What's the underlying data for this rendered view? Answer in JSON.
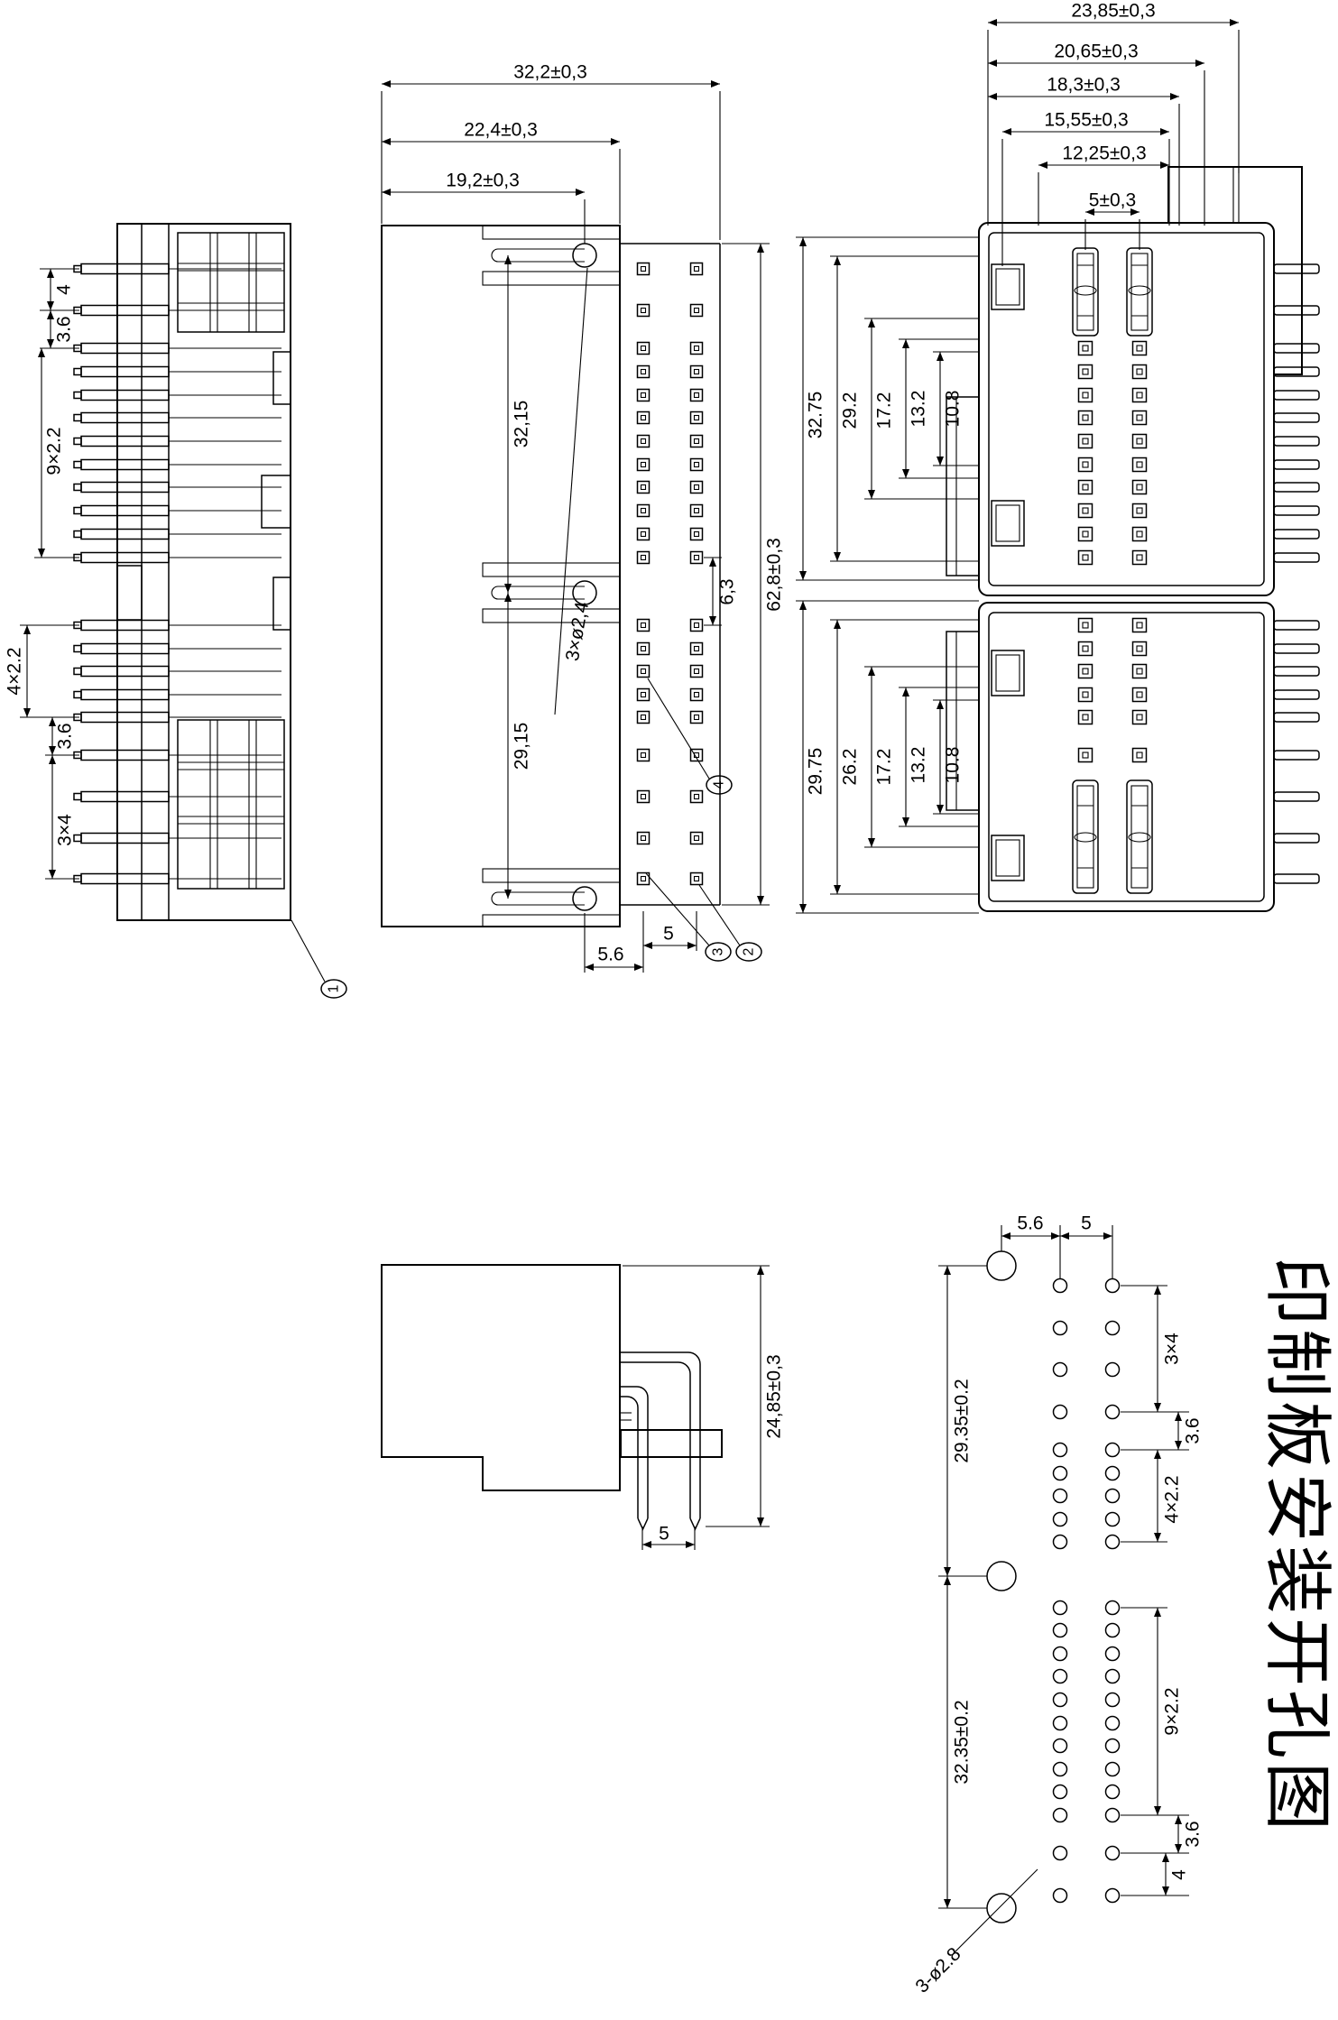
{
  "title": {
    "text": "印制板安装开孔图"
  },
  "colors": {
    "line": "#000000",
    "background": "#ffffff"
  },
  "balloons": {
    "b1": "1",
    "b2": "2",
    "b3": "3",
    "b4": "4"
  },
  "side_view": {
    "d_4": "4",
    "d_36a": "3.6",
    "d_9x22": "9×2.2",
    "d_4x22": "4×2.2",
    "d_36b": "3.6",
    "d_3x4": "3×4"
  },
  "front_view": {
    "w_outer": "32,2±0,3",
    "w_mid": "22,4±0,3",
    "w_hole": "19,2±0,3",
    "h_top": "32,15",
    "h_bot": "29,15",
    "holes": "3×ø2,4",
    "h_total": "62,8±0,3",
    "pitch": "6,3",
    "p_56": "5.6",
    "p_5": "5"
  },
  "face_view": {
    "w1": "23,85±0,3",
    "w2": "20,65±0,3",
    "w3": "18,3±0,3",
    "w4": "15,55±0,3",
    "w5": "12,25±0,3",
    "w6": "5±0,3",
    "top": {
      "h1": "32.75",
      "h2": "29.2",
      "h3": "17.2",
      "h4": "13.2",
      "h5": "10.8"
    },
    "bottom": {
      "h1": "29.75",
      "h2": "26.2",
      "h3": "17.2",
      "h4": "13.2",
      "h5": "10.8"
    }
  },
  "bottom_side_view": {
    "h_total": "24,85±0,3",
    "p_5": "5"
  },
  "pcb_view": {
    "p_56": "5.6",
    "p_5": "5",
    "g_3x4": "3×4",
    "g_36a": "3.6",
    "g_4x22": "4×2.2",
    "v_top": "29.35±0.2",
    "v_bot": "32.35±0.2",
    "g_9x22": "9×2.2",
    "g_36b": "3.6",
    "g_4": "4",
    "holes": "3-ø2.8"
  }
}
